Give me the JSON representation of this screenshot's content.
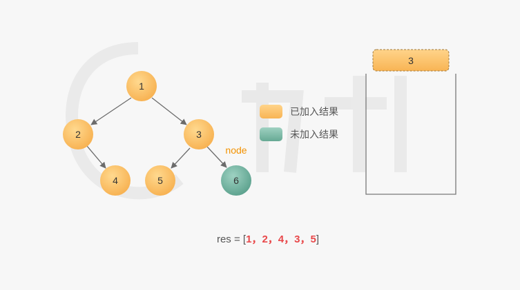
{
  "tree": {
    "nodes": [
      {
        "id": "1",
        "label": "1",
        "state": "added"
      },
      {
        "id": "2",
        "label": "2",
        "state": "added"
      },
      {
        "id": "3",
        "label": "3",
        "state": "added"
      },
      {
        "id": "4",
        "label": "4",
        "state": "added"
      },
      {
        "id": "5",
        "label": "5",
        "state": "added"
      },
      {
        "id": "6",
        "label": "6",
        "state": "not_added"
      }
    ],
    "edges": [
      [
        "1",
        "2"
      ],
      [
        "1",
        "3"
      ],
      [
        "2",
        "4"
      ],
      [
        "3",
        "5"
      ],
      [
        "3",
        "6"
      ]
    ],
    "pointer_label": "node"
  },
  "legend": {
    "added_label": "已加入结果",
    "not_added_label": "未加入结果"
  },
  "stack": {
    "top_item": "3"
  },
  "result": {
    "prefix": "res = [",
    "values": [
      "1",
      "2",
      "4",
      "3",
      "5"
    ],
    "separator": "，",
    "suffix": "]"
  },
  "colors": {
    "added": "#fbbf63",
    "not_added": "#6fb3a0",
    "result_value": "#e8484a",
    "pointer_label": "#f39200",
    "edge": "#6b6b6b"
  }
}
